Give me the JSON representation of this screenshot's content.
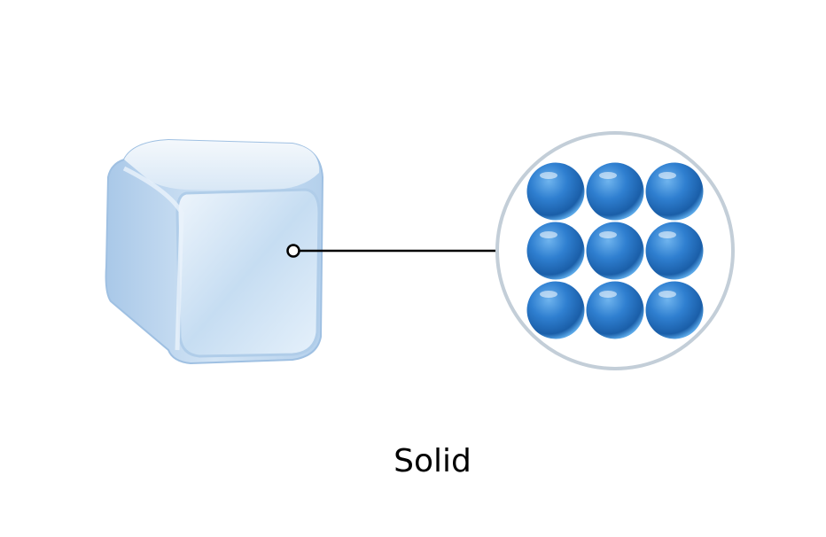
{
  "diagram": {
    "state_label": "Solid",
    "particle_grid": {
      "rows": 3,
      "cols": 3
    },
    "colors": {
      "particle": "#2f7fd0",
      "magnifier_ring": "#c3ced8",
      "connector": "#000000",
      "ice": "#bcd6ee"
    }
  }
}
